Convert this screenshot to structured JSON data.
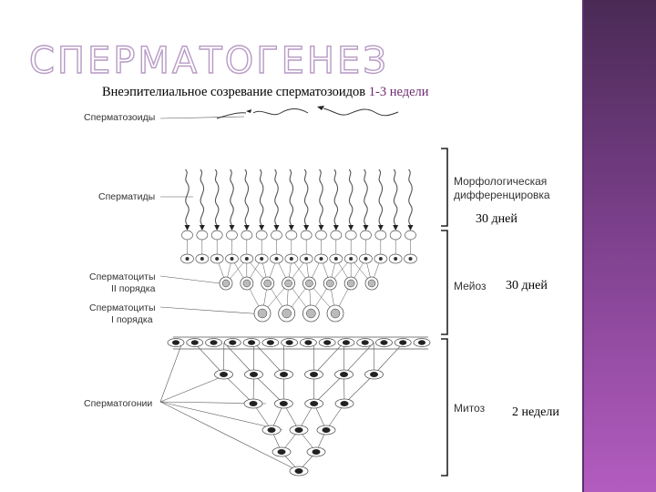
{
  "slide": {
    "title": "СПЕРМАТОГЕНЕЗ",
    "subtitle_main": "Внеэпителиальное созревание сперматозоидов",
    "subtitle_accent": "1-3 недели"
  },
  "diagram": {
    "cell_labels": {
      "spermatozoa": "Сперматозоиды",
      "spermatids": "Сперматиды",
      "spermatocytes_2_line1": "Сперматоциты",
      "spermatocytes_2_line2": "II порядка",
      "spermatocytes_1_line1": "Сперматоциты",
      "spermatocytes_1_line2": "I порядка",
      "spermatogonia": "Сперматогонии"
    },
    "stage_labels": {
      "morph_line1": "Морфологическая",
      "morph_line2": "дифференцировка",
      "meiosis": "Мейоз",
      "mitosis": "Митоз"
    }
  },
  "durations": {
    "morph": "30 дней",
    "meiosis": "30 дней",
    "mitosis": "2 недели"
  },
  "colors": {
    "accent_bar_top": "#4a2a55",
    "accent_bar_bottom": "#b35cc0",
    "title_outline": "#b79bc4",
    "subtitle_accent": "#6e2a6f"
  }
}
